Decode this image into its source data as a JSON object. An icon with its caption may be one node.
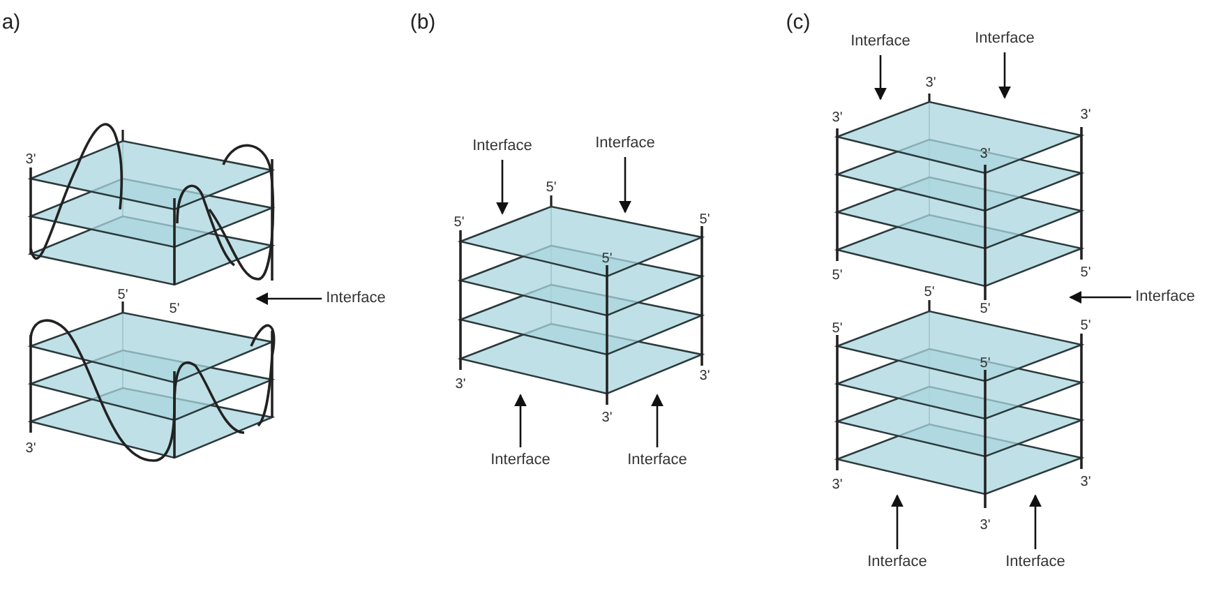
{
  "diagram": {
    "nodes": [
      {
        "text": [
          "Interface"
        ]
      },
      {
        "text": [
          "Interface"
        ]
      },
      {
        "text": [
          "Interface"
        ]
      },
      {
        "text": [
          "Interface"
        ]
      },
      {
        "text": [
          "Interface"
        ]
      },
      {
        "text": [
          "Interface"
        ]
      },
      {
        "text": [
          "Interface"
        ]
      },
      {
        "text": [
          "Interface"
        ]
      },
      {
        "text": [
          "Interface"
        ]
      },
      {
        "text": [
          "Interface"
        ]
      },
      {
        "text": [],
        "shape": "picture"
      },
      {
        "text": [],
        "shape": "picture"
      },
      {
        "text": [],
        "shape": "picture"
      }
    ],
    "edges": [
      {
        "from": 0,
        "to": 10,
        "arrow": "to"
      },
      {
        "from": 1,
        "to": 11,
        "arrow": "to"
      },
      {
        "from": 2,
        "to": 11,
        "arrow": "to"
      },
      {
        "from": 3,
        "to": 11,
        "arrow": "to"
      },
      {
        "from": 4,
        "to": 11,
        "arrow": "to"
      },
      {
        "from": 5,
        "to": 12,
        "arrow": "to"
      },
      {
        "from": 6,
        "to": 12,
        "arrow": "to"
      },
      {
        "from": 7,
        "to": 12,
        "arrow": "to"
      },
      {
        "from": 8,
        "to": 12,
        "arrow": "to"
      },
      {
        "from": 9,
        "to": 12,
        "arrow": "to"
      }
    ],
    "labels": [
      "a)",
      "(b)",
      "(c)",
      "3'",
      "5'",
      "5'",
      "3'",
      "5'",
      "5'",
      "5'",
      "5'",
      "3'",
      "3'",
      "3'",
      "3'",
      "3'",
      "3'",
      "3'",
      "5'",
      "5'",
      "5'",
      "5'",
      "5'",
      "5'",
      "5'",
      "3'",
      "3'",
      "3'"
    ]
  }
}
